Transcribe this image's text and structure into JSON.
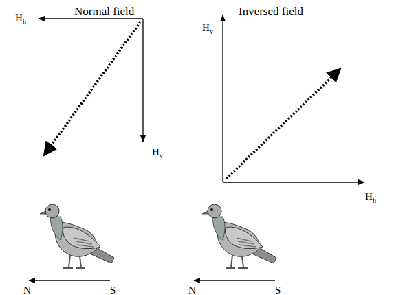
{
  "diagram": {
    "labels": [
      "Normal field",
      "Inversed field",
      "H",
      "h",
      "H",
      "v",
      "N",
      "S",
      "H",
      "v",
      "H",
      "h",
      "N",
      "S"
    ]
  }
}
